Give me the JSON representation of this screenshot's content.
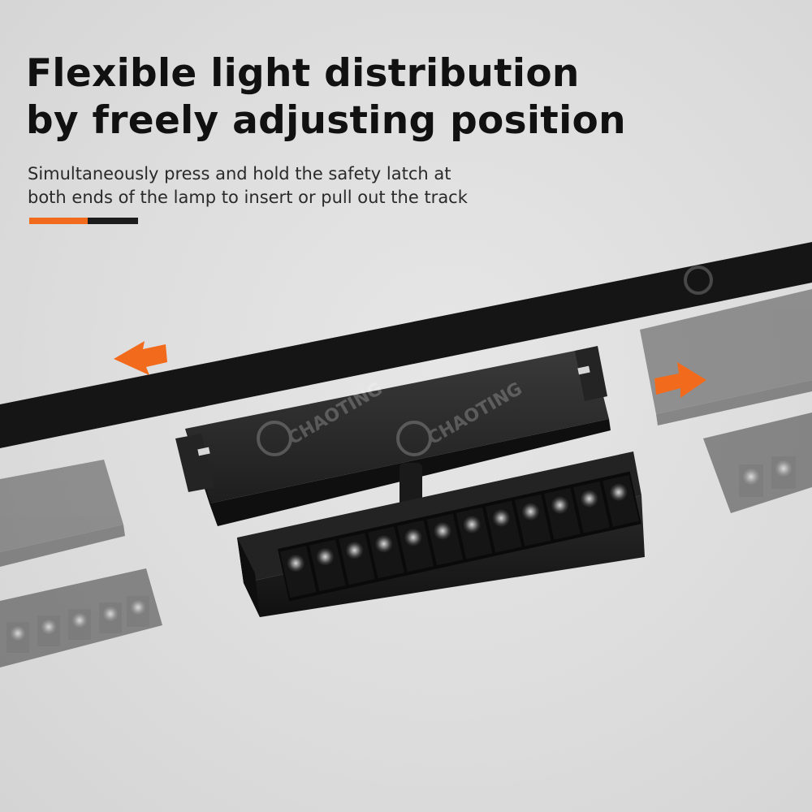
{
  "headline": {
    "line1": "Flexible light distribution",
    "line2": "by freely adjusting position"
  },
  "subtext": {
    "line1": "Simultaneously press and hold the safety latch at",
    "line2": "both ends of the lamp to insert or pull out the track"
  },
  "watermark": {
    "brand": "CHAOTING",
    "icon": "chaoting-logo-icon"
  },
  "arrows": {
    "left": "arrow-left-icon",
    "right": "arrow-right-icon"
  },
  "colors": {
    "accent": "#f26a1b",
    "dark": "#1c1c1c",
    "track": "#151515",
    "background": "#dedede"
  }
}
